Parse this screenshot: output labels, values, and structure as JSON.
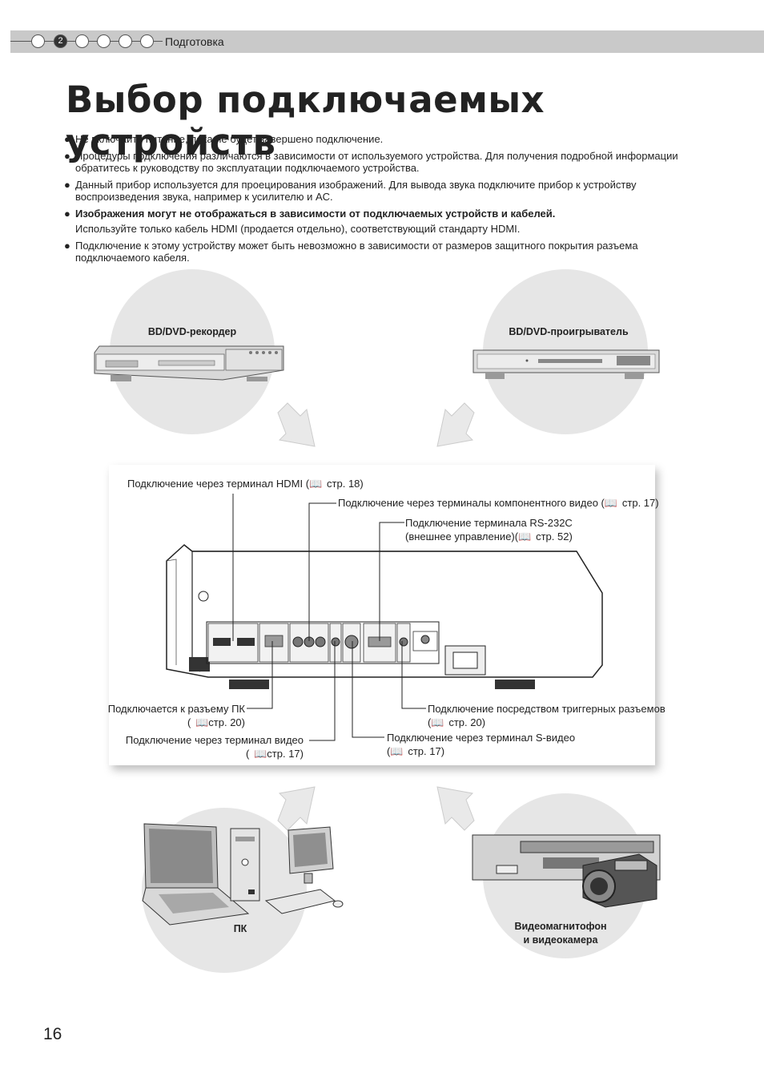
{
  "header": {
    "chapter_number": "2",
    "section": "Подготовка"
  },
  "title": "Выбор подключаемых устройств",
  "notes": [
    {
      "bullet": "●",
      "text": "Не включайте питание, пока не будет завершено подключение."
    },
    {
      "bullet": "●",
      "text": "Процедуры подключения различаются в зависимости от используемого устройства. Для получения подробной информации обратитесь к руководству по эксплуатации подключаемого устройства."
    },
    {
      "bullet": "●",
      "text": "Данный прибор используется для проецирования изображений. Для вывода звука подключите прибор к устройству воспроизведения звука, например к усилителю и AC."
    },
    {
      "bullet": "●",
      "text": "Изображения могут не отображаться в зависимости от подключаемых устройств и кабелей."
    },
    {
      "bullet": "",
      "text": "Используйте только кабель HDMI (продается отдельно), соответствующий стандарту HDMI."
    },
    {
      "bullet": "●",
      "text": "Подключение к этому устройству может быть невозможно в зависимости от размеров защитного покрытия разъема подключаемого кабеля."
    }
  ],
  "devices": {
    "bd_recorder": "BD/DVD-рекордер",
    "bd_player": "BD/DVD-проигрыватель",
    "pc": "ПК",
    "vcr_camcorder_line1": "Видеомагнитофон",
    "vcr_camcorder_line2": "и видеокамера"
  },
  "connections": {
    "hdmi": {
      "text": "Подключение через терминал HDMI (",
      "page": "стр. 18)"
    },
    "component": {
      "text": "Подключение через терминалы компонентного видео (",
      "page": "стр. 17)"
    },
    "rs232_line1": "Подключение терминала RS-232C",
    "rs232_line2": "(внешнее управление)(",
    "rs232_page": "стр. 52)",
    "pc_line1": "Подключается к разъему ПК",
    "pc_page": "стр. 20)",
    "video_line1": "Подключение через терминал видео",
    "video_page": "стр. 17)",
    "trigger_line1": "Подключение посредством триггерных разъемов",
    "trigger_page": "стр. 20)",
    "svideo_line1": "Подключение через терминал S-видео",
    "svideo_page": "стр. 17)"
  },
  "book_icon": "book-icon",
  "page_number": "16"
}
